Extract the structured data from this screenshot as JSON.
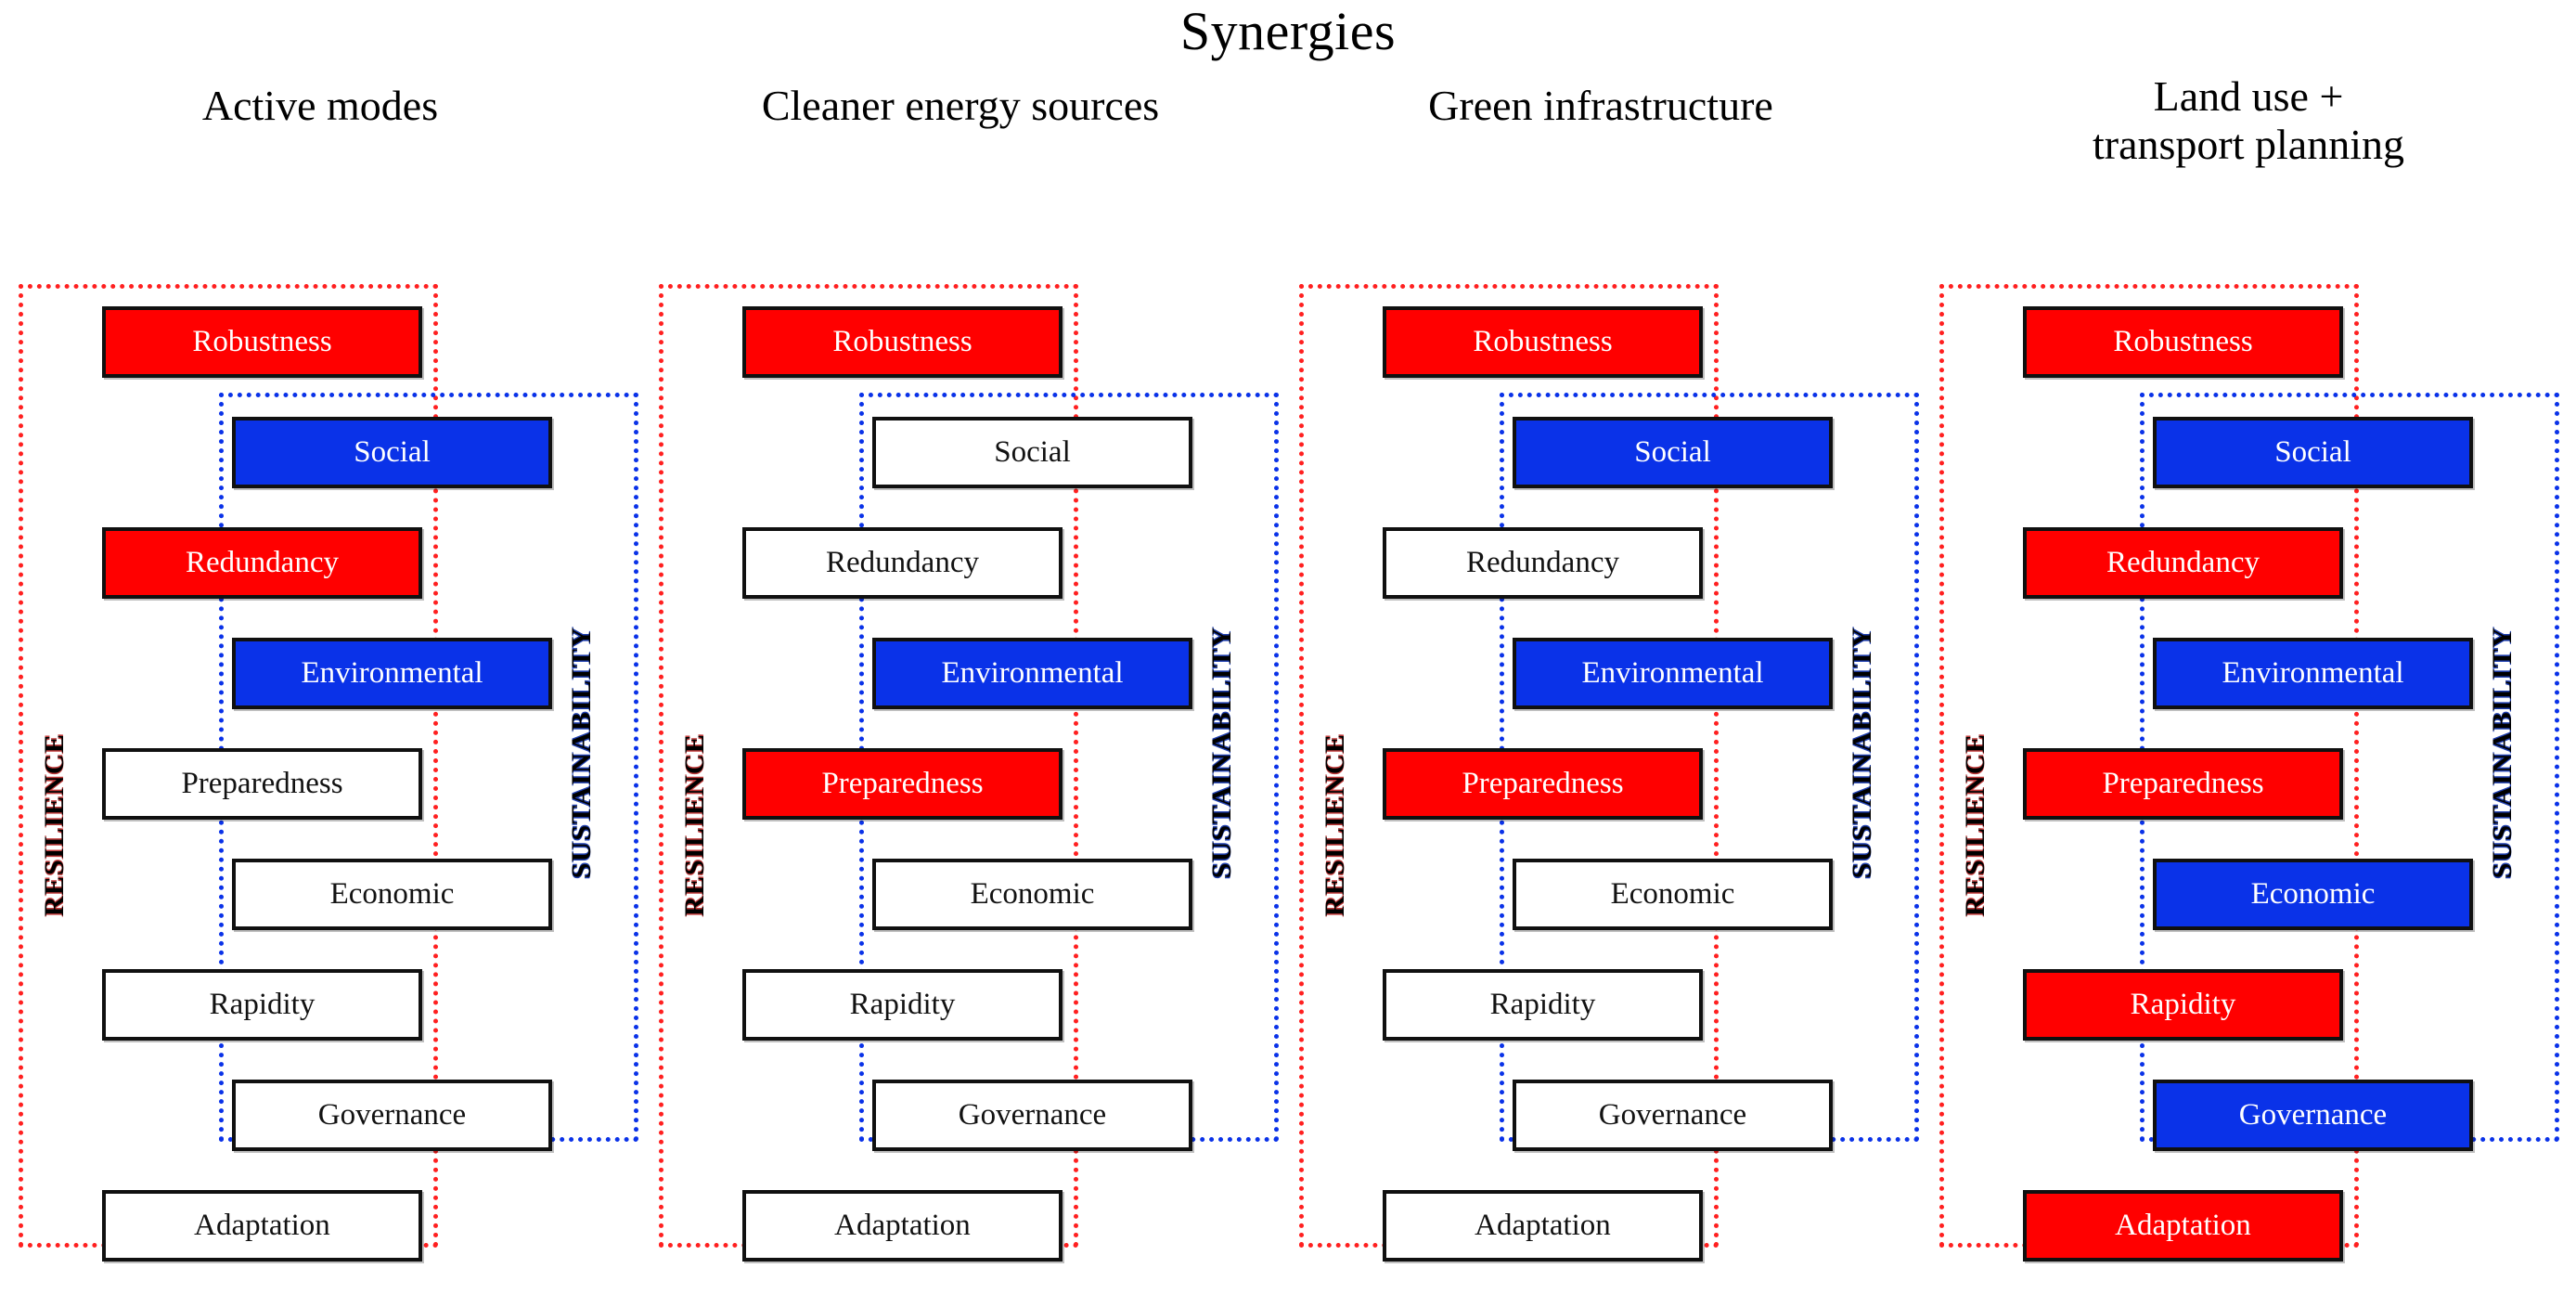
{
  "figure": {
    "title": "Synergies",
    "resilience_label": "RESILIENCE",
    "sustainability_label": "SUSTAINABILITY",
    "colors": {
      "highlight_resilience": "#FF0000",
      "highlight_sustainability": "#0A32E8",
      "neutral": "#FFFFFF",
      "frame_resilience": "#FF2020",
      "frame_sustainability": "#0A32E8",
      "text_dark": "#000000"
    },
    "row_labels": [
      "Robustness",
      "Social",
      "Redundancy",
      "Environmental",
      "Preparedness",
      "Economic",
      "Rapidity",
      "Governance",
      "Adaptation"
    ],
    "row_groups": [
      "resilience",
      "sustainability",
      "resilience",
      "sustainability",
      "resilience",
      "sustainability",
      "resilience",
      "sustainability",
      "resilience"
    ]
  },
  "chart_data": {
    "type": "table",
    "title": "Synergies",
    "categories": [
      "Robustness",
      "Social",
      "Redundancy",
      "Environmental",
      "Preparedness",
      "Economic",
      "Rapidity",
      "Governance",
      "Adaptation"
    ],
    "legend": [
      "RESILIENCE",
      "SUSTAINABILITY"
    ],
    "series": [
      {
        "name": "Active modes",
        "values": [
          "red",
          "blue",
          "red",
          "blue",
          "white",
          "white",
          "white",
          "white",
          "white"
        ]
      },
      {
        "name": "Cleaner energy sources",
        "values": [
          "red",
          "white",
          "white",
          "blue",
          "red",
          "white",
          "white",
          "white",
          "white"
        ]
      },
      {
        "name": "Green infrastructure",
        "values": [
          "red",
          "blue",
          "white",
          "blue",
          "red",
          "white",
          "white",
          "white",
          "white"
        ]
      },
      {
        "name": "Land use + transport planning",
        "values": [
          "red",
          "blue",
          "red",
          "blue",
          "red",
          "blue",
          "red",
          "blue",
          "red"
        ]
      }
    ]
  },
  "panels": [
    {
      "title": "Active modes",
      "title_lines": [
        "Active modes"
      ],
      "rows": [
        {
          "label": "Robustness",
          "state": "red"
        },
        {
          "label": "Social",
          "state": "blue"
        },
        {
          "label": "Redundancy",
          "state": "red"
        },
        {
          "label": "Environmental",
          "state": "blue"
        },
        {
          "label": "Preparedness",
          "state": "white"
        },
        {
          "label": "Economic",
          "state": "white"
        },
        {
          "label": "Rapidity",
          "state": "white"
        },
        {
          "label": "Governance",
          "state": "white"
        },
        {
          "label": "Adaptation",
          "state": "white"
        }
      ]
    },
    {
      "title": "Cleaner energy sources",
      "title_lines": [
        "Cleaner energy sources"
      ],
      "rows": [
        {
          "label": "Robustness",
          "state": "red"
        },
        {
          "label": "Social",
          "state": "white"
        },
        {
          "label": "Redundancy",
          "state": "white"
        },
        {
          "label": "Environmental",
          "state": "blue"
        },
        {
          "label": "Preparedness",
          "state": "red"
        },
        {
          "label": "Economic",
          "state": "white"
        },
        {
          "label": "Rapidity",
          "state": "white"
        },
        {
          "label": "Governance",
          "state": "white"
        },
        {
          "label": "Adaptation",
          "state": "white"
        }
      ]
    },
    {
      "title": "Green infrastructure",
      "title_lines": [
        "Green infrastructure"
      ],
      "rows": [
        {
          "label": "Robustness",
          "state": "red"
        },
        {
          "label": "Social",
          "state": "blue"
        },
        {
          "label": "Redundancy",
          "state": "white"
        },
        {
          "label": "Environmental",
          "state": "blue"
        },
        {
          "label": "Preparedness",
          "state": "red"
        },
        {
          "label": "Economic",
          "state": "white"
        },
        {
          "label": "Rapidity",
          "state": "white"
        },
        {
          "label": "Governance",
          "state": "white"
        },
        {
          "label": "Adaptation",
          "state": "white"
        }
      ]
    },
    {
      "title": "Land use + transport planning",
      "title_lines": [
        "Land use +",
        "transport planning"
      ],
      "rows": [
        {
          "label": "Robustness",
          "state": "red"
        },
        {
          "label": "Social",
          "state": "blue"
        },
        {
          "label": "Redundancy",
          "state": "red"
        },
        {
          "label": "Environmental",
          "state": "blue"
        },
        {
          "label": "Preparedness",
          "state": "red"
        },
        {
          "label": "Economic",
          "state": "blue"
        },
        {
          "label": "Rapidity",
          "state": "red"
        },
        {
          "label": "Governance",
          "state": "blue"
        },
        {
          "label": "Adaptation",
          "state": "red"
        }
      ]
    }
  ]
}
